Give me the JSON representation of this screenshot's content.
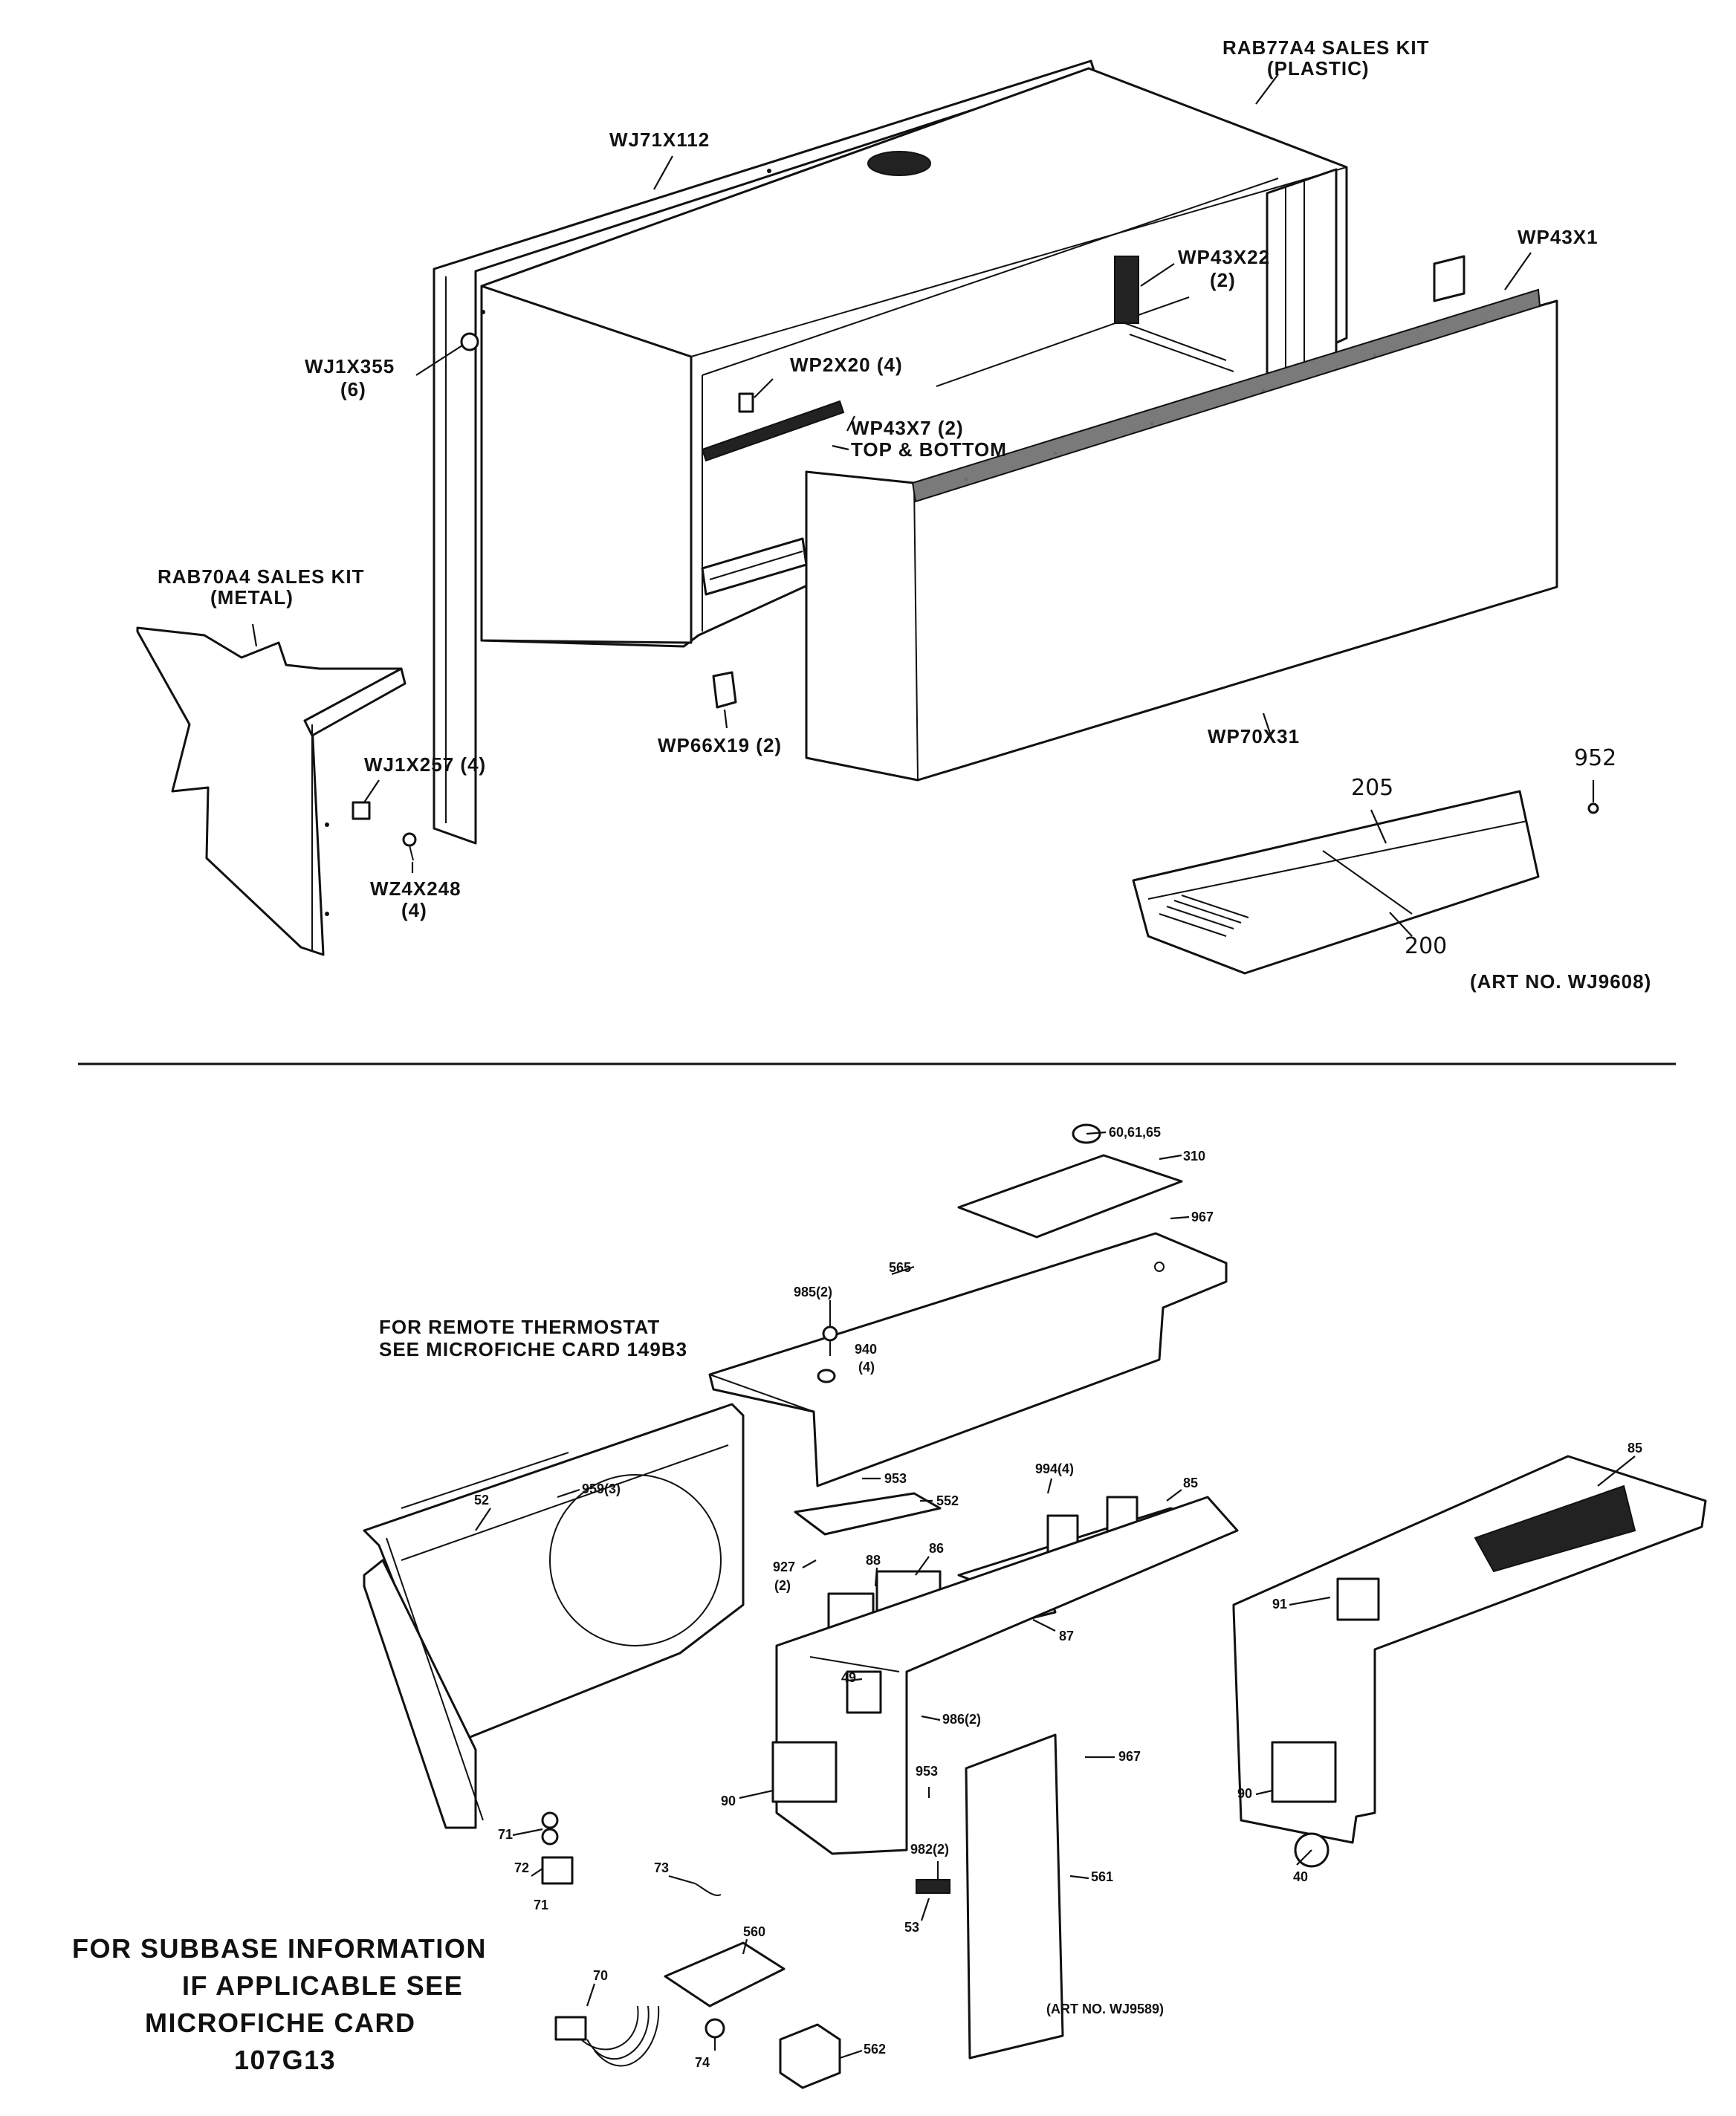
{
  "labels": {
    "upper": {
      "sales_kit_plastic": "RAB77A4 SALES KIT",
      "sales_kit_plastic_sub": "(PLASTIC)",
      "wj71x112": "WJ71X112",
      "wp43x22": "WP43X22",
      "wp43x22_qty": "(2)",
      "wp43x1": "WP43X1",
      "wj1x355": "WJ1X355",
      "wj1x355_qty": "(6)",
      "wp2x20": "WP2X20 (4)",
      "wp43x7": "WP43X7 (2)",
      "top_bottom": "TOP & BOTTOM",
      "sales_kit_metal": "RAB70A4 SALES KIT",
      "sales_kit_metal_sub": "(METAL)",
      "wj1x257": "WJ1X257 (4)",
      "wz4x248": "WZ4X248",
      "wz4x248_qty": "(4)",
      "wp66x19": "WP66X19 (2)",
      "wp70x31": "WP70X31",
      "n952": "952",
      "n205": "205",
      "n200": "200",
      "art_no_top": "(ART NO. WJ9608)"
    },
    "lower": {
      "n60_61_65": "60,61,65",
      "n310": "310",
      "n967a": "967",
      "n565": "565",
      "n985": "985(2)",
      "n940": "940",
      "n940_qty": "(4)",
      "remote_note_1": "FOR REMOTE THERMOSTAT",
      "remote_note_2": "SEE MICROFICHE CARD 149B3",
      "n52": "52",
      "n959": "959(3)",
      "n953a": "953",
      "n552": "552",
      "n994": "994(4)",
      "n85a": "85",
      "n85b": "85",
      "n927": "927",
      "n927_qty": "(2)",
      "n88": "88",
      "n86": "86",
      "n87": "87",
      "n91": "91",
      "n49": "49",
      "n986": "986(2)",
      "n967b": "967",
      "n953b": "953",
      "n90a": "90",
      "n90b": "90",
      "n982": "982(2)",
      "n71a": "71",
      "n72": "72",
      "n71b": "71",
      "n73": "73",
      "n561": "561",
      "n40": "40",
      "n53": "53",
      "n560": "560",
      "n70": "70",
      "n562": "562",
      "n74": "74",
      "art_no_bottom": "(ART NO. WJ9589)",
      "subbase_1": "FOR SUBBASE INFORMATION",
      "subbase_2": "IF APPLICABLE SEE",
      "subbase_3": "MICROFICHE CARD",
      "subbase_4": "107G13"
    }
  },
  "colors": {
    "ink": "#111111",
    "paper": "#ffffff",
    "gasket": "#6a6a6a"
  }
}
